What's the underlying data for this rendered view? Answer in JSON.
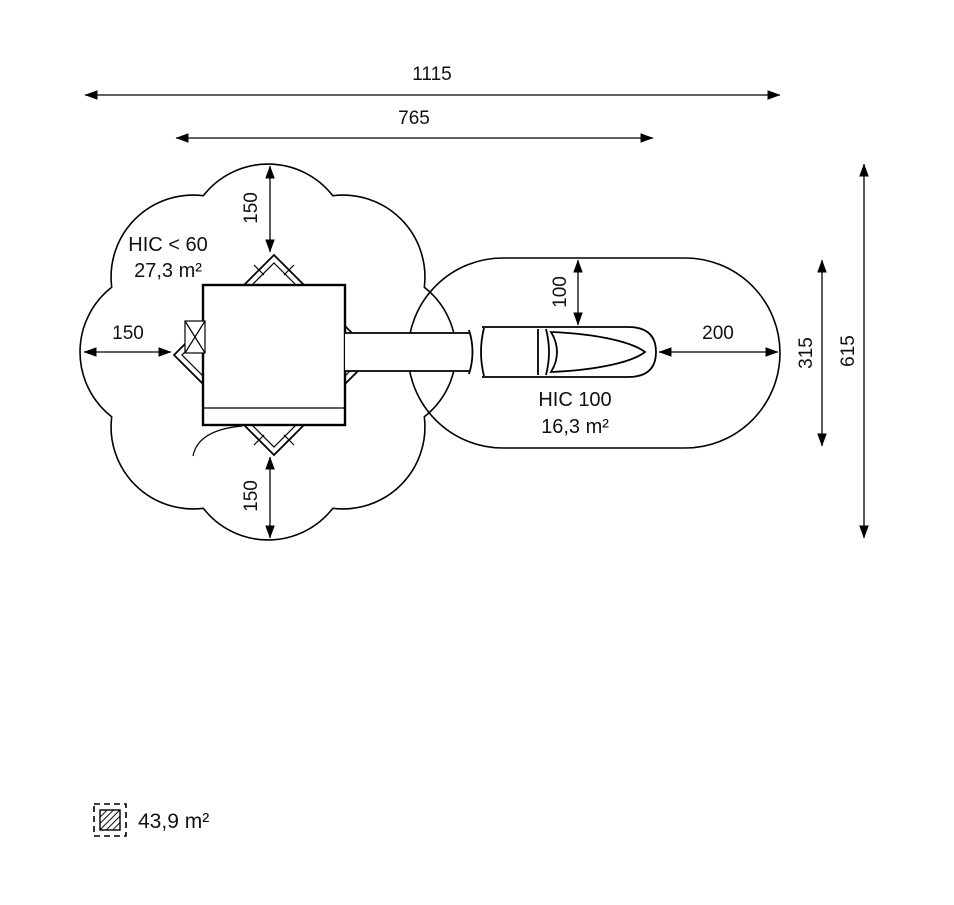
{
  "dims": {
    "overall_width": "1115",
    "structure_width": "765",
    "top_clearance": "150",
    "left_clearance": "150",
    "bottom_clearance": "150",
    "slide_top_clearance": "100",
    "slide_end_clearance": "200",
    "slide_zone_height": "315",
    "overall_height": "615"
  },
  "zones": {
    "tower": {
      "hic": "HIC < 60",
      "area": "27,3 m²"
    },
    "slide": {
      "hic": "HIC 100",
      "area": "16,3 m²"
    }
  },
  "legend": {
    "total_area": "43,9 m²"
  },
  "colors": {
    "line": "#000000",
    "text": "#111111",
    "background": "#ffffff"
  }
}
